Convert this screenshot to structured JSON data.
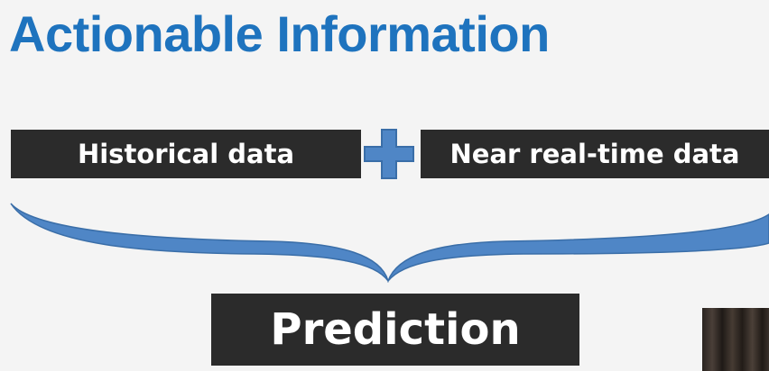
{
  "slide": {
    "title": "Actionable Information",
    "inputs": [
      {
        "label": "Historical data"
      },
      {
        "label": "Near real-time data"
      }
    ],
    "output": {
      "label": "Prediction"
    }
  },
  "colors": {
    "title": "#1e73be",
    "box_fill": "#2b2b2b",
    "box_text": "#ffffff",
    "accent_fill": "#4f86c6",
    "accent_stroke": "#3a6ea8",
    "background": "#f4f4f4"
  },
  "icons": {
    "combine": "plus-icon",
    "merge": "curly-brace-icon"
  }
}
